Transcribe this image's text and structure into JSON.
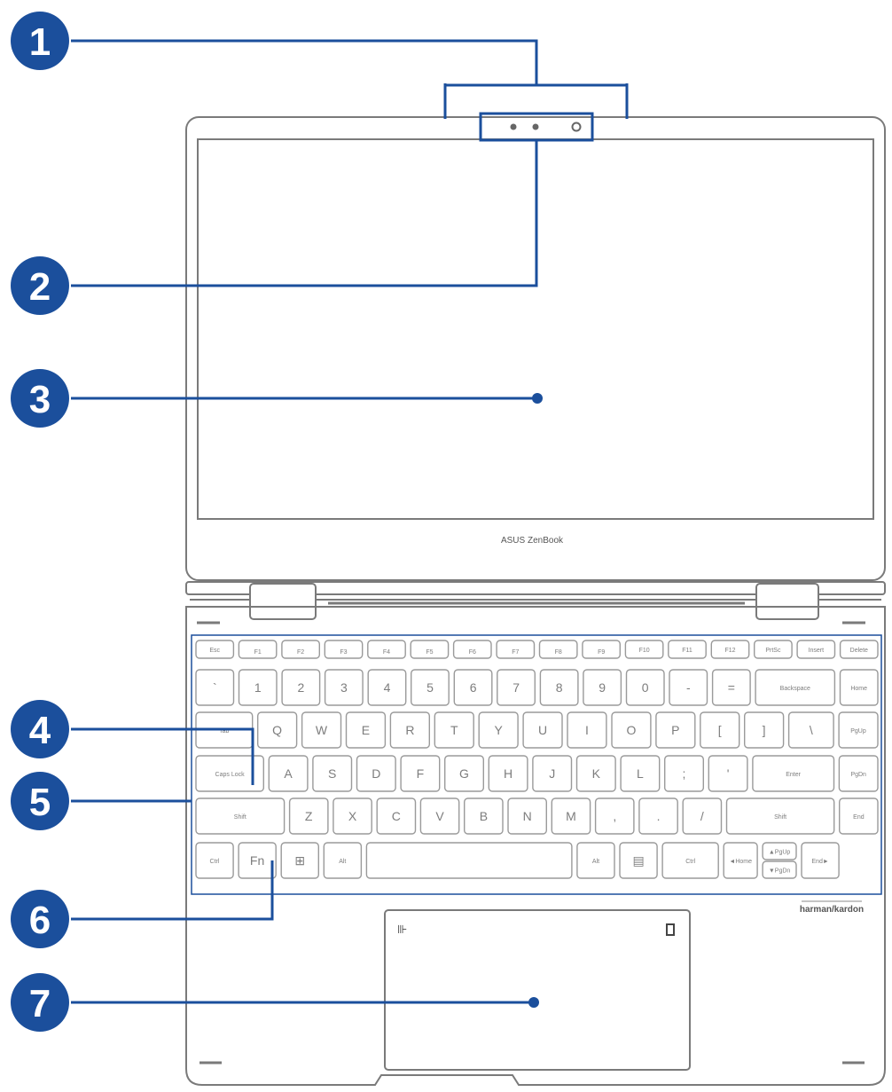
{
  "callouts": [
    "1",
    "2",
    "3",
    "4",
    "5",
    "6",
    "7"
  ],
  "brand": {
    "logo": "ASUS ZenBook",
    "speaker": "harman/kardon"
  },
  "colors": {
    "accent": "#1b4f9c",
    "outline": "#7a7a7a",
    "key_outline": "#9a9a9a"
  },
  "keyboard": {
    "rows": [
      [
        "Esc",
        "F1",
        "F2",
        "F3",
        "F4",
        "F5",
        "F6",
        "F7",
        "F8",
        "F9",
        "F10",
        "F11",
        "F12",
        "PrtSc",
        "Insert",
        "Delete"
      ],
      [
        "`",
        "1",
        "2",
        "3",
        "4",
        "5",
        "6",
        "7",
        "8",
        "9",
        "0",
        "-",
        "=",
        "Backspace",
        "Home"
      ],
      [
        "Tab",
        "Q",
        "W",
        "E",
        "R",
        "T",
        "Y",
        "U",
        "I",
        "O",
        "P",
        "[",
        "]",
        "\\",
        "PgUp"
      ],
      [
        "Caps Lock",
        "A",
        "S",
        "D",
        "F",
        "G",
        "H",
        "J",
        "K",
        "L",
        ";",
        "'",
        "Enter",
        "PgDn"
      ],
      [
        "Shift",
        "Z",
        "X",
        "C",
        "V",
        "B",
        "N",
        "M",
        ",",
        ".",
        "/",
        "Shift",
        "End"
      ],
      [
        "Ctrl",
        "Fn",
        "⊞",
        "Alt",
        "",
        "Alt",
        "▤",
        "Ctrl",
        "◄Home",
        "▲PgUp",
        "▼PgDn",
        "End►"
      ]
    ]
  }
}
